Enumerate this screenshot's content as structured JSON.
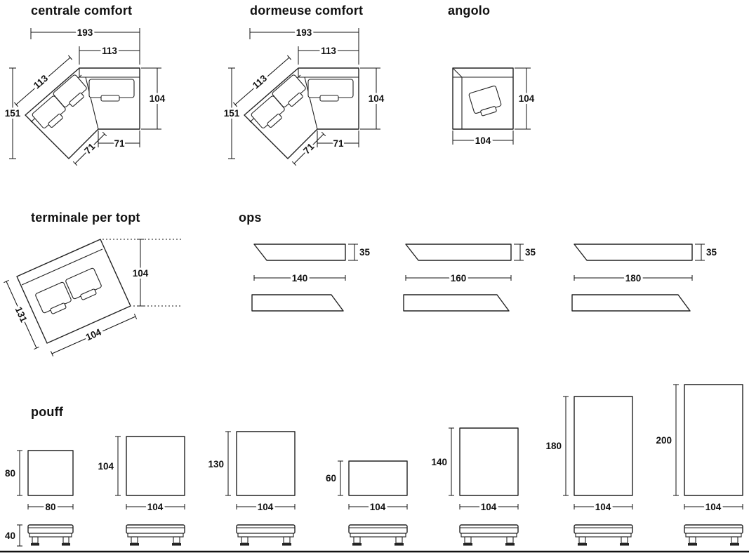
{
  "colors": {
    "ink": "#111111",
    "paper": "#ffffff"
  },
  "modules": {
    "centrale": {
      "title": "centrale comfort",
      "dim_overall_width": "193",
      "dim_seat_width": "113",
      "dim_diagonal": "113",
      "dim_left_height": "151",
      "dim_depth": "104",
      "dim_front_straight": "71",
      "dim_front_diagonal": "71"
    },
    "dormeuse": {
      "title": "dormeuse comfort",
      "dim_overall_width": "193",
      "dim_seat_width": "113",
      "dim_diagonal": "113",
      "dim_left_height": "151",
      "dim_depth": "104",
      "dim_front_straight": "71",
      "dim_front_diagonal": "71"
    },
    "angolo": {
      "title": "angolo",
      "dim_depth": "104",
      "dim_width": "104"
    },
    "terminale": {
      "title": "terminale per topt",
      "dim_depth": "104",
      "dim_side": "131",
      "dim_width": "104"
    },
    "ops": {
      "title": "ops",
      "items": [
        {
          "width": "140",
          "thickness": "35"
        },
        {
          "width": "160",
          "thickness": "35"
        },
        {
          "width": "180",
          "thickness": "35"
        }
      ]
    },
    "pouff": {
      "title": "pouff",
      "bench_height": "40",
      "items": [
        {
          "h": "80",
          "w": "80"
        },
        {
          "h": "104",
          "w": "104"
        },
        {
          "h": "130",
          "w": "104"
        },
        {
          "h": "60",
          "w": "104"
        },
        {
          "h": "140",
          "w": "104"
        },
        {
          "h": "180",
          "w": "104"
        },
        {
          "h": "200",
          "w": "104"
        }
      ]
    }
  }
}
